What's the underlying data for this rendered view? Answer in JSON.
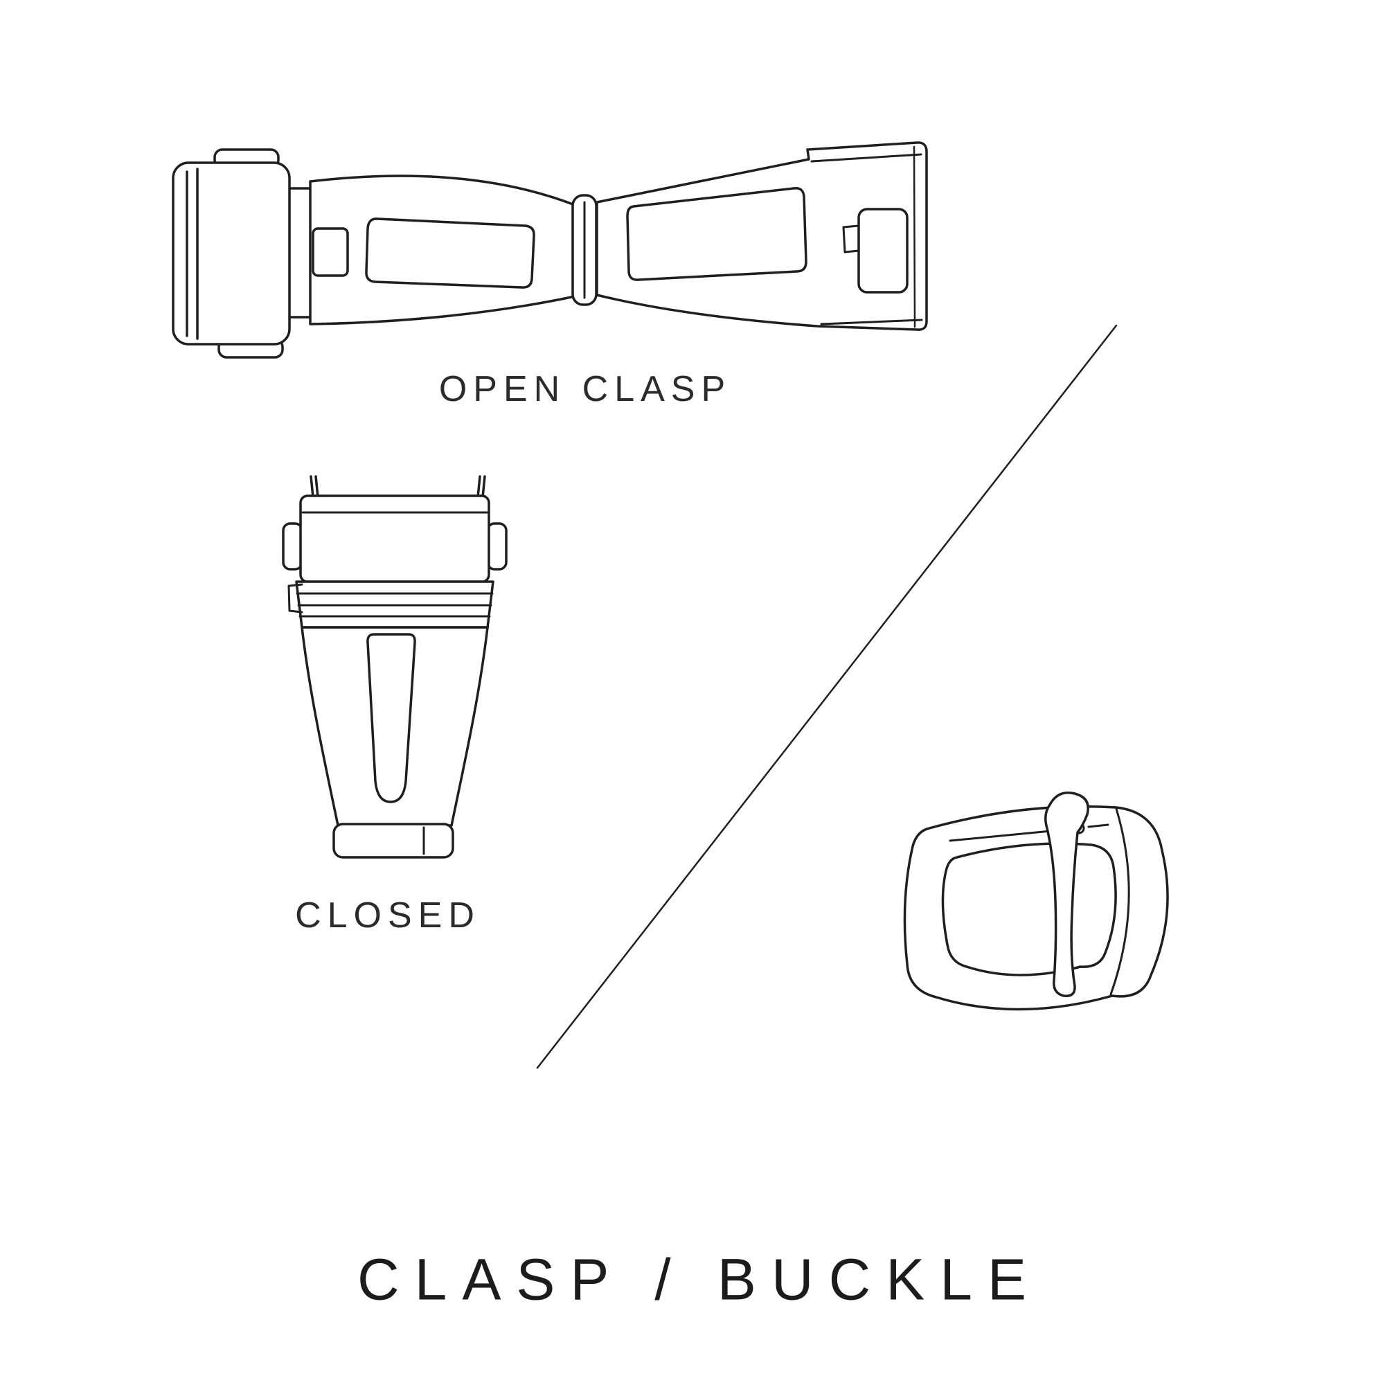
{
  "canvas": {
    "background": "#ffffff",
    "line_color": "#1f1f1f"
  },
  "figures": {
    "open_clasp": {
      "label": "OPEN CLASP"
    },
    "closed_clasp": {
      "label": "CLOSED"
    },
    "buckle": {
      "label": ""
    }
  },
  "title": "CLASP / BUCKLE",
  "icons": [
    "open-clasp-illustration",
    "closed-clasp-illustration",
    "tang-buckle-illustration",
    "divider-line"
  ]
}
